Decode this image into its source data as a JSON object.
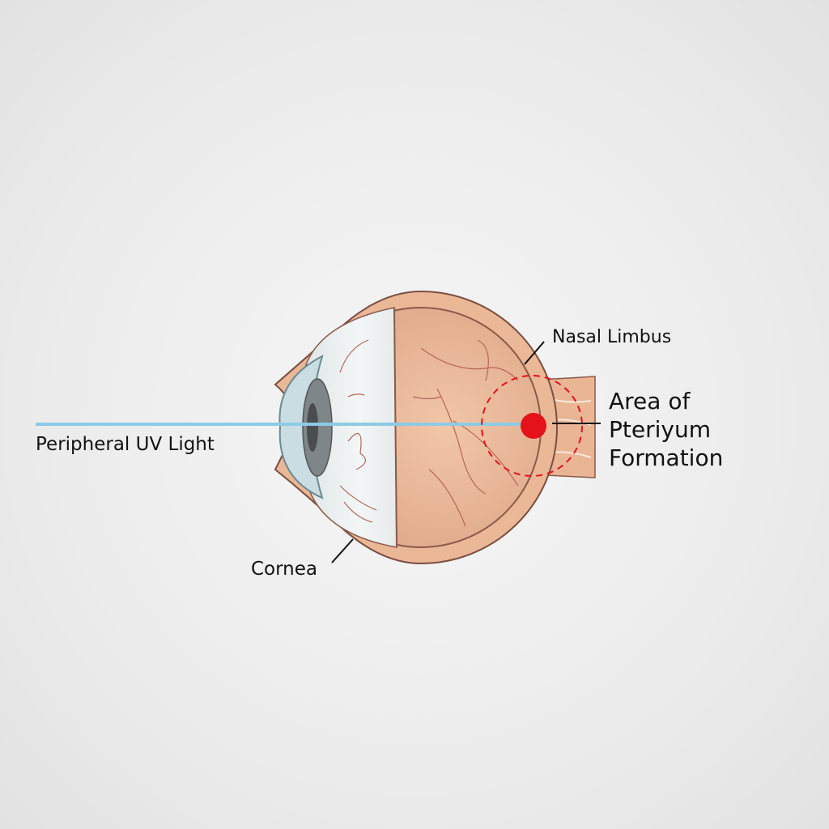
{
  "labels": {
    "nasal_limbus": "Nasal Limbus",
    "area_line1": "Area of",
    "area_line2": "Pteriyum",
    "area_line3": "Formation",
    "uv_light": "Peripheral UV Light",
    "cornea": "Cornea"
  },
  "colors": {
    "uv_ray": "#8ccbe6",
    "pterygium_marker": "#e3121b",
    "sclera_outline": "#8a5a4a",
    "tissue": "#e8b497"
  }
}
